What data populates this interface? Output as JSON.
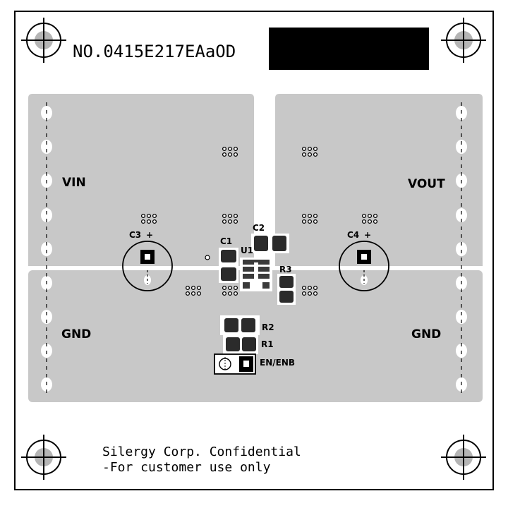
{
  "board": {
    "part_number": "NO.0415E217EAaOD",
    "confidential_line1": "Silergy Corp. Confidential",
    "confidential_line2": "-For customer use only"
  },
  "pads": {
    "vin": "VIN",
    "vout": "VOUT",
    "gnd_left": "GND",
    "gnd_right": "GND"
  },
  "components": {
    "c1": "C1",
    "c2": "C2",
    "c3": "C3",
    "c4": "C4",
    "u1": "U1",
    "r1": "R1",
    "r2": "R2",
    "r3": "R3",
    "en": "EN/ENB",
    "plus": "+"
  },
  "colors": {
    "copper": "#c8c8c8",
    "silkscreen": "#000000",
    "board": "#ffffff"
  }
}
